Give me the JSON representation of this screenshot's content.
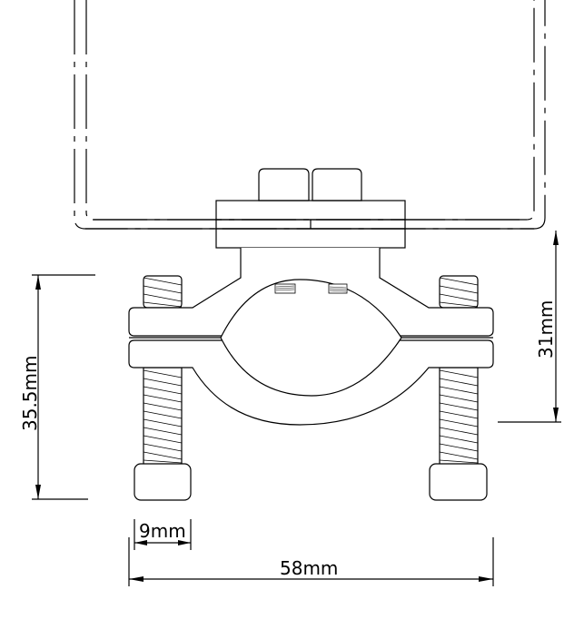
{
  "drawing": {
    "dimensions": {
      "height_total": "35.5mm",
      "height_clamp": "31mm",
      "bolt_width": "9mm",
      "overall_width": "58mm"
    }
  }
}
